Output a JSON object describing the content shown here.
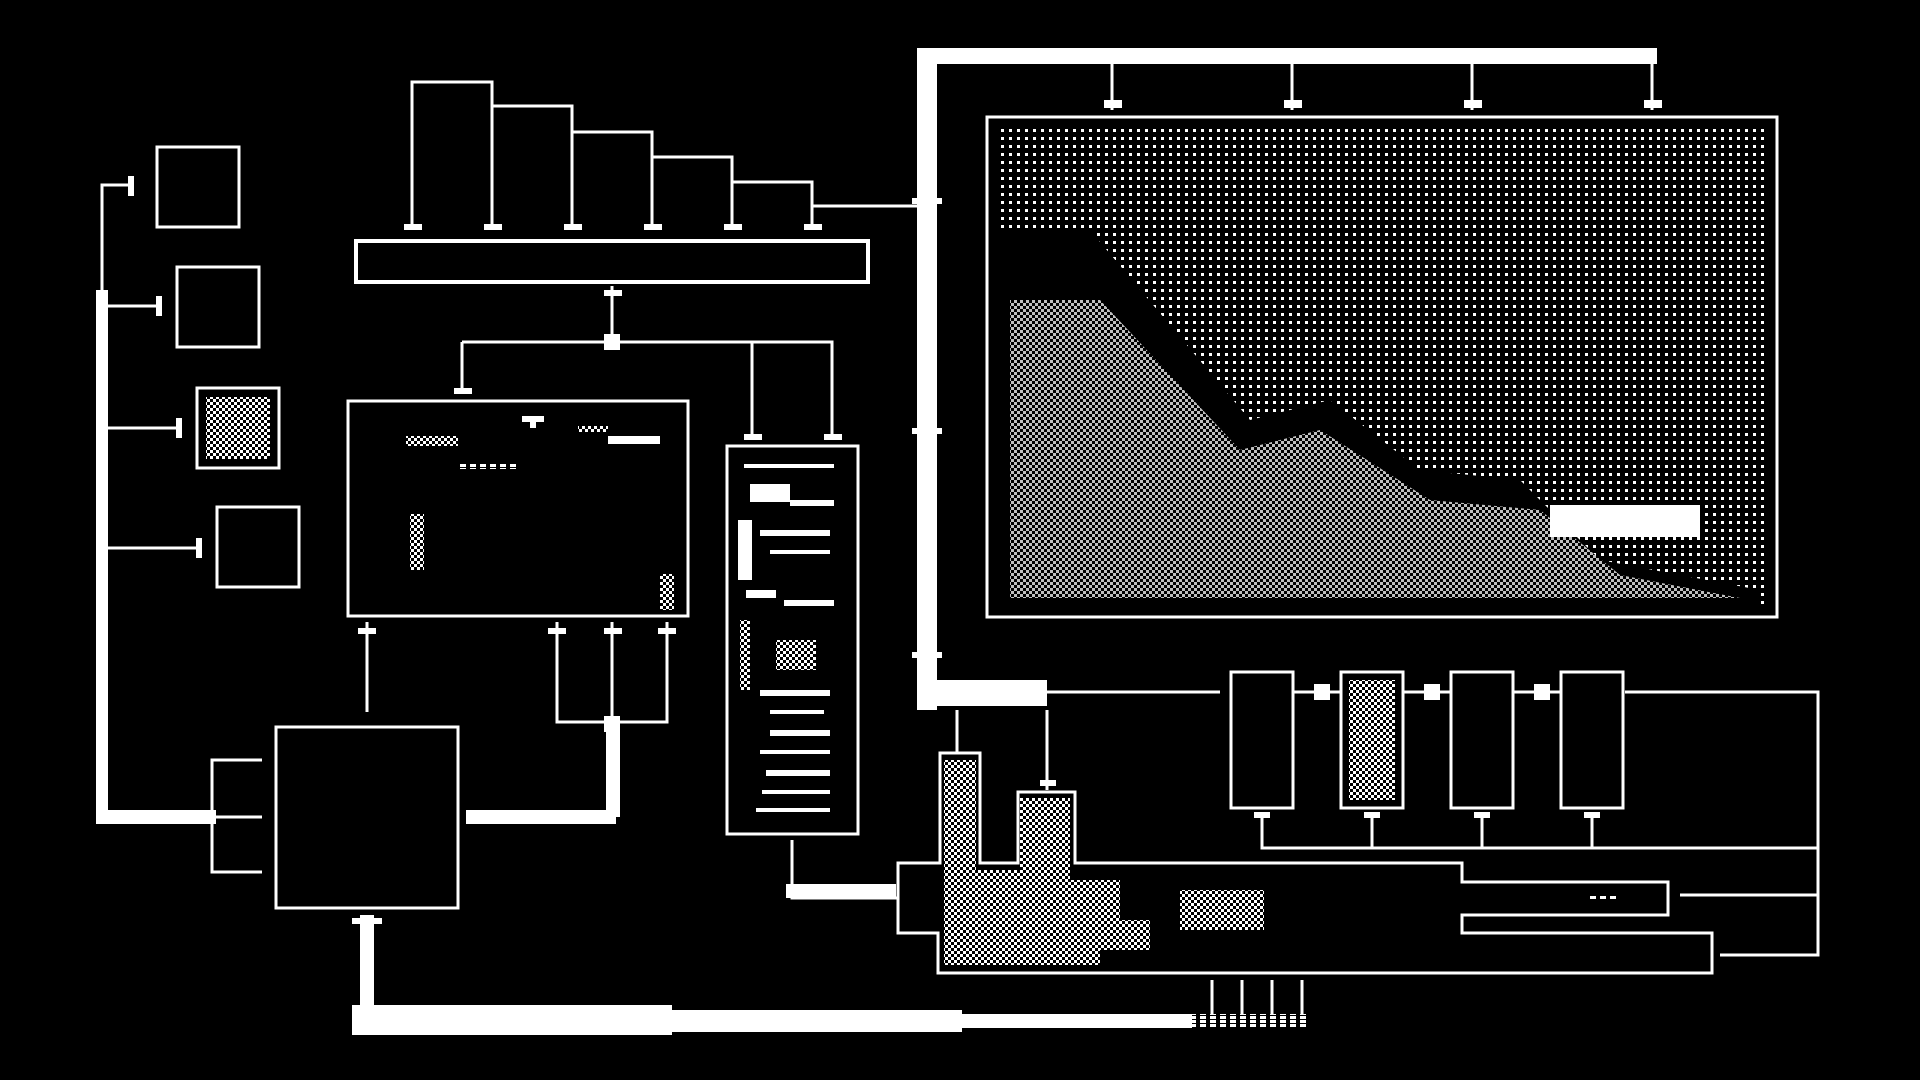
{
  "theme": {
    "background": "#000000",
    "foreground": "#ffffff"
  },
  "modules": {
    "panel_small_1": {
      "pattern": "empty"
    },
    "panel_small_2": {
      "pattern": "empty"
    },
    "panel_small_3": {
      "pattern": "checker"
    },
    "panel_small_4": {
      "pattern": "empty"
    },
    "bus_bar": {
      "pattern": "empty"
    },
    "screen_main": {
      "pattern": "dot-grid-with-landscape"
    },
    "screen_left": {
      "pattern": "sparse-pixels"
    },
    "screen_tall": {
      "pattern": "glitch-lines"
    },
    "module_square": {
      "pattern": "empty"
    },
    "cells": [
      {
        "pattern": "empty"
      },
      {
        "pattern": "checker"
      },
      {
        "pattern": "empty"
      },
      {
        "pattern": "empty"
      }
    ],
    "tank": {
      "pattern": "checker-blob"
    }
  }
}
